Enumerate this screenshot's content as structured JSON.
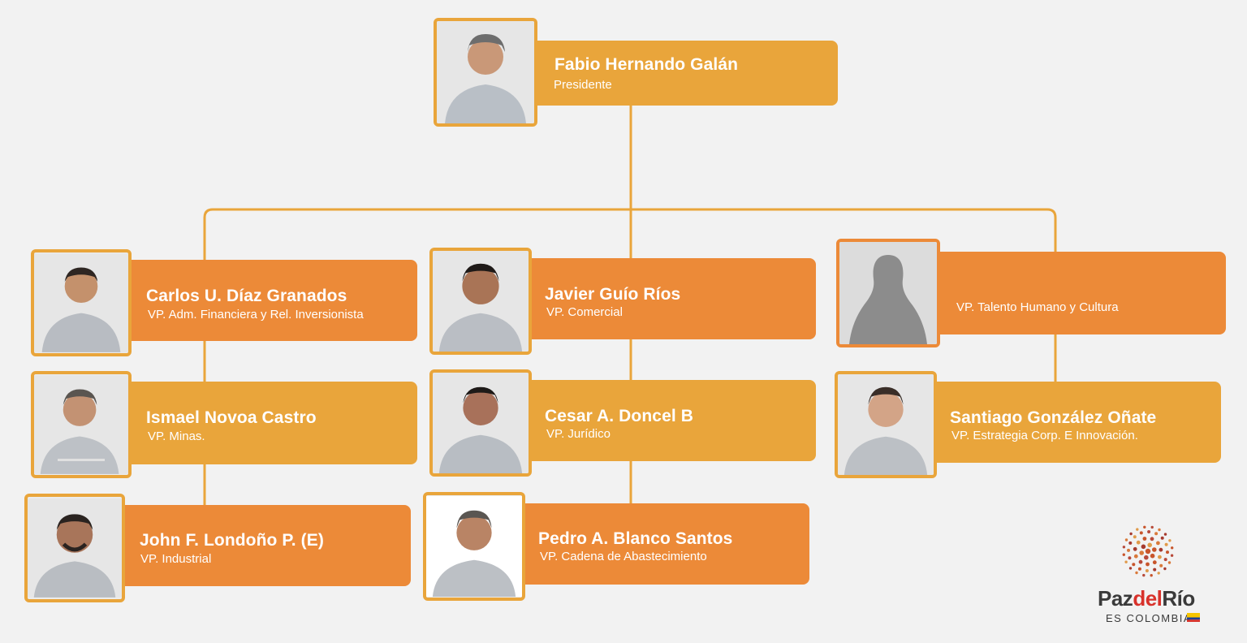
{
  "people": {
    "president": {
      "name": "Fabio Hernando Galán",
      "role": "Presidente"
    },
    "diaz": {
      "name": "Carlos U. Díaz Granados",
      "role": "VP. Adm. Financiera y Rel. Inversionista"
    },
    "novoa": {
      "name": "Ismael Novoa Castro",
      "role": "VP. Minas."
    },
    "londono": {
      "name": "John F. Londoño P. (E)",
      "role": "VP. Industrial"
    },
    "guio": {
      "name": "Javier Guío Ríos",
      "role": "VP. Comercial"
    },
    "doncel": {
      "name": "Cesar A. Doncel B",
      "role": "VP. Jurídico"
    },
    "blanco": {
      "name": "Pedro A. Blanco Santos",
      "role": "VP. Cadena de Abastecimiento"
    },
    "talento": {
      "name": "",
      "role": "VP. Talento Humano y Cultura"
    },
    "gonzalez": {
      "name": "Santiago González Oñate",
      "role": "VP. Estrategia Corp. E Innovación."
    }
  },
  "logo": {
    "brand_main": "Paz",
    "brand_accent": "del",
    "brand_end": "Río",
    "tagline": "ES COLOMBIA"
  },
  "colors": {
    "yellow": "#e9a53b",
    "orange": "#ec8a38",
    "background": "#f2f2f2",
    "logo_dots": "#c8552b"
  }
}
